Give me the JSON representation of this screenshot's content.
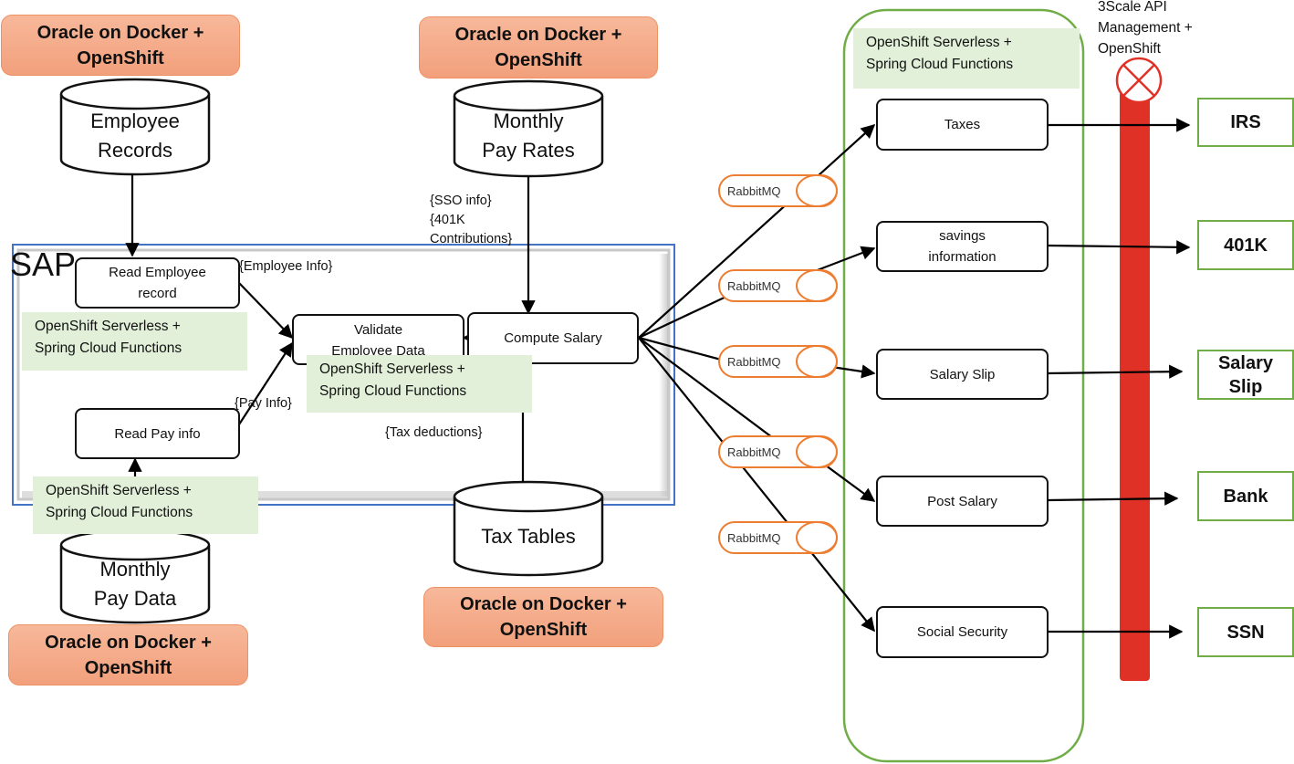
{
  "diagram": {
    "type": "architecture-flow",
    "colors": {
      "oracle_fill": "#f4a882",
      "oracle_border": "#ee9266",
      "serverless_fill": "#e2f0d9",
      "external_border": "#70ad47",
      "container_border": "#70ad47",
      "sap_border": "#4472c4",
      "rabbitmq_border": "#ed7d31",
      "gateway_bar": "#e03127"
    },
    "oracle_labels": [
      "Oracle on Docker +\nOpenShift",
      "Oracle on Docker +\nOpenShift",
      "Oracle on Docker +\nOpenShift",
      "Oracle on Docker +\nOpenShift"
    ],
    "databases": {
      "employee_records": "Employee\nRecords",
      "monthly_pay_rates": "Monthly\nPay Rates",
      "monthly_pay_data": "Monthly\nPay Data",
      "tax_tables": "Tax Tables"
    },
    "sap": {
      "title": "SAP",
      "processes": {
        "read_employee": "Read Employee\nrecord",
        "read_pay": "Read Pay info",
        "validate": "Validate\nEmployee Data",
        "compute": "Compute Salary"
      },
      "serverless_label": "OpenShift Serverless +\nSpring Cloud Functions"
    },
    "flow_notes": {
      "employee_info": "{Employee Info}",
      "pay_info": "{Pay Info}",
      "sso_401k": "{SSO info}\n{401K\nContributions}",
      "tax_deductions": "{Tax deductions}"
    },
    "queue_label": "RabbitMQ",
    "queue_count": 5,
    "functions_container": {
      "label": "OpenShift Serverless +\nSpring Cloud Functions",
      "functions": [
        "Taxes",
        "savings\ninformation",
        "Salary Slip",
        "Post Salary",
        "Social Security"
      ]
    },
    "api_gateway": {
      "label": "3Scale API\nManagement +\nOpenShift",
      "icon": "blocked-circle-x-icon"
    },
    "external_systems": [
      "IRS",
      "401K",
      "Salary\nSlip",
      "Bank",
      "SSN"
    ]
  }
}
